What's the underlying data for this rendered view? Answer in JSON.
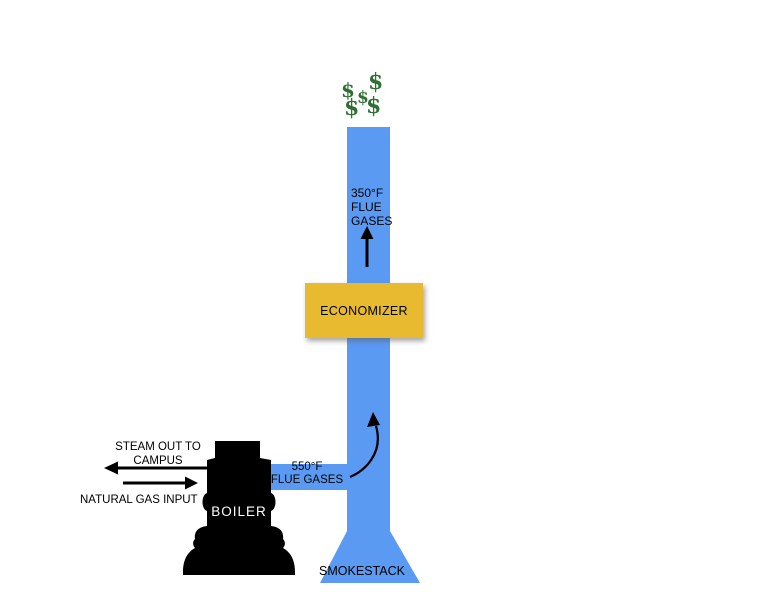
{
  "colors": {
    "stack_blue": "#5B9AF3",
    "economizer_yellow": "#E7BA2F",
    "dollar_green": "#2E7032",
    "boiler_black": "#000000",
    "arrow_black": "#000000",
    "boiler_text": "#FFFFFF"
  },
  "dollars": [
    "$",
    "$",
    "$",
    "$",
    "$"
  ],
  "flue_top": {
    "line1": "350°F",
    "line2": "FLUE",
    "line3": "GASES"
  },
  "economizer": {
    "label": "ECONOMIZER"
  },
  "duct": {
    "line1": "550°F",
    "line2": "FLUE GASES"
  },
  "boiler": {
    "label": "BOILER"
  },
  "smokestack": {
    "label": "SMOKESTACK"
  },
  "steam": {
    "line1": "STEAM OUT TO",
    "line2": "CAMPUS"
  },
  "gas": {
    "label": "NATURAL GAS INPUT"
  }
}
